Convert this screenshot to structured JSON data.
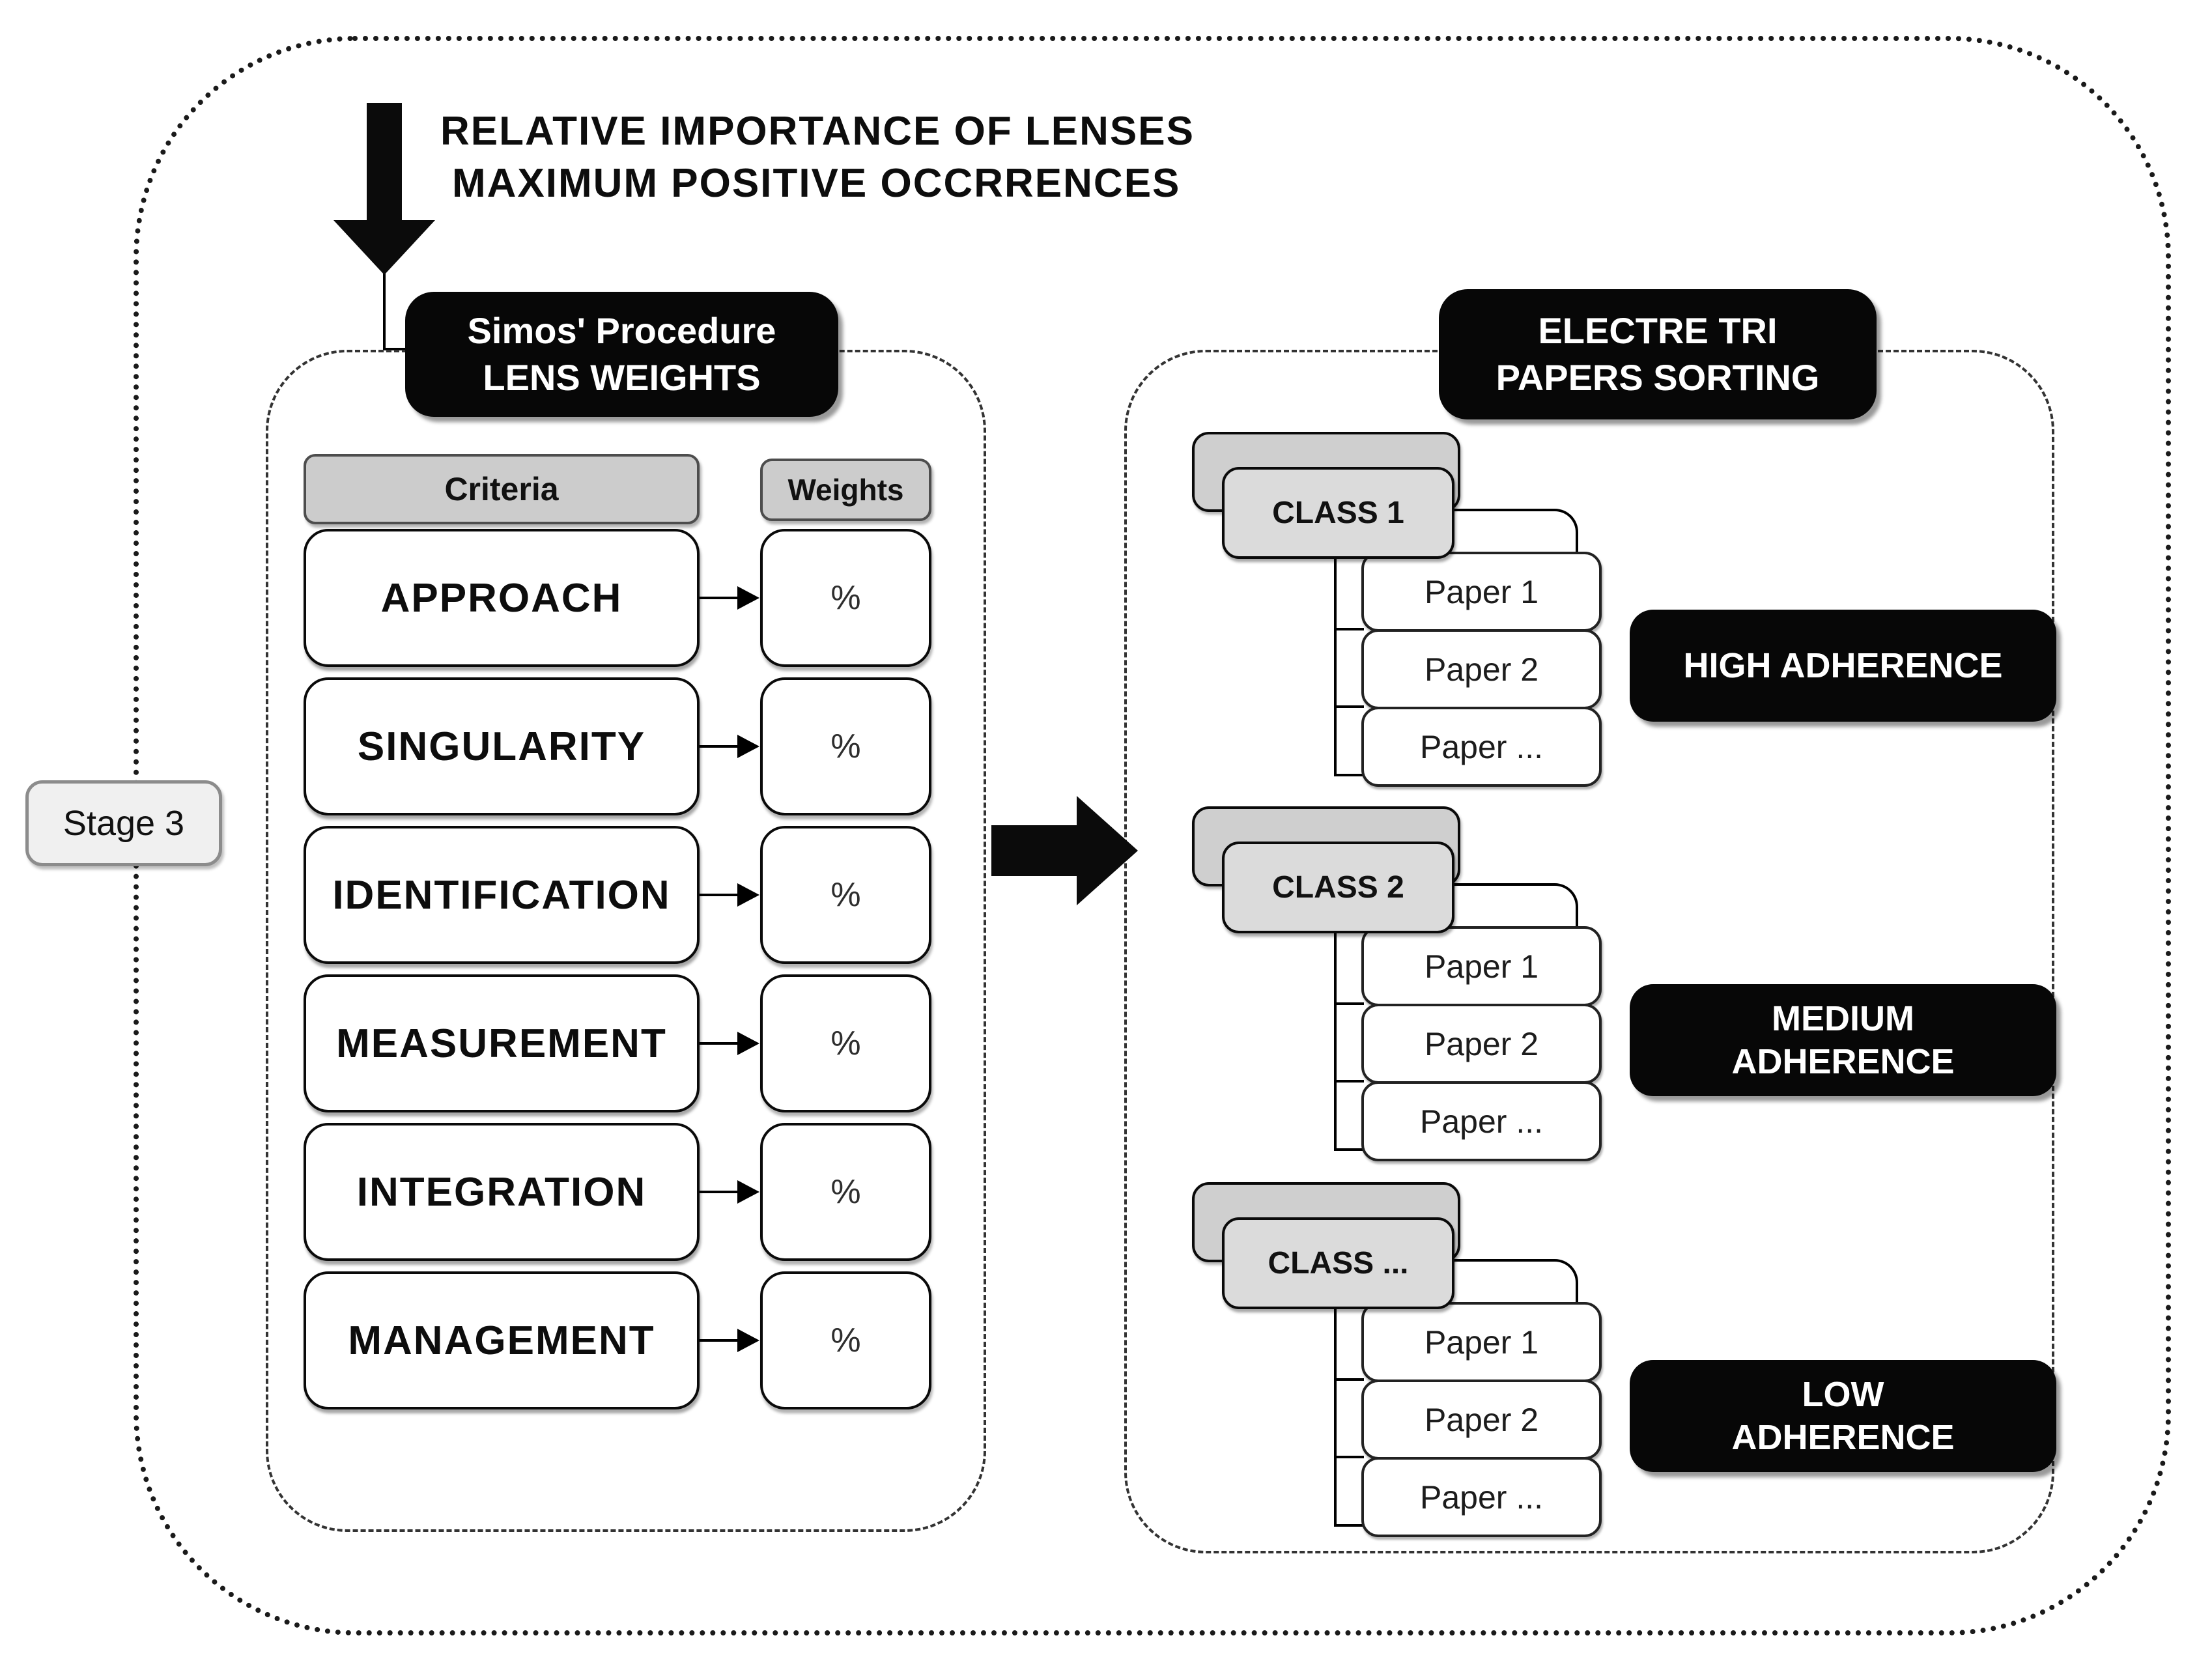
{
  "title": {
    "line1": "RELATIVE IMPORTANCE OF LENSES",
    "line2": "MAXIMUM POSITIVE OCCRRENCES"
  },
  "stage_label": "Stage 3",
  "left_panel": {
    "header_line1": "Simos' Procedure",
    "header_line2": "LENS WEIGHTS",
    "criteria_header": "Criteria",
    "weights_header": "Weights",
    "criteria": [
      "APPROACH",
      "SINGULARITY",
      "IDENTIFICATION",
      "MEASUREMENT",
      "INTEGRATION",
      "MANAGEMENT"
    ],
    "weight_value": "%"
  },
  "right_panel": {
    "header_line1": "ELECTRE TRI",
    "header_line2": "PAPERS SORTING",
    "classes": [
      {
        "label": "CLASS 1",
        "papers": [
          "Paper 1",
          "Paper 2",
          "Paper ..."
        ],
        "adherence_lines": [
          "HIGH ADHERENCE"
        ]
      },
      {
        "label": "CLASS 2",
        "papers": [
          "Paper 1",
          "Paper 2",
          "Paper ..."
        ],
        "adherence_lines": [
          "MEDIUM",
          "ADHERENCE"
        ]
      },
      {
        "label": "CLASS ...",
        "papers": [
          "Paper 1",
          "Paper 2",
          "Paper ..."
        ],
        "adherence_lines": [
          "LOW",
          "ADHERENCE"
        ]
      }
    ]
  },
  "colors": {
    "black_box": "#070707",
    "class_gray": "#dbdbdb",
    "back_card_gray": "#cfcfcf",
    "column_header_gray": "#cccccc",
    "stage_gray": "#f0f0f0",
    "border_dark": "#1a1a1a"
  }
}
